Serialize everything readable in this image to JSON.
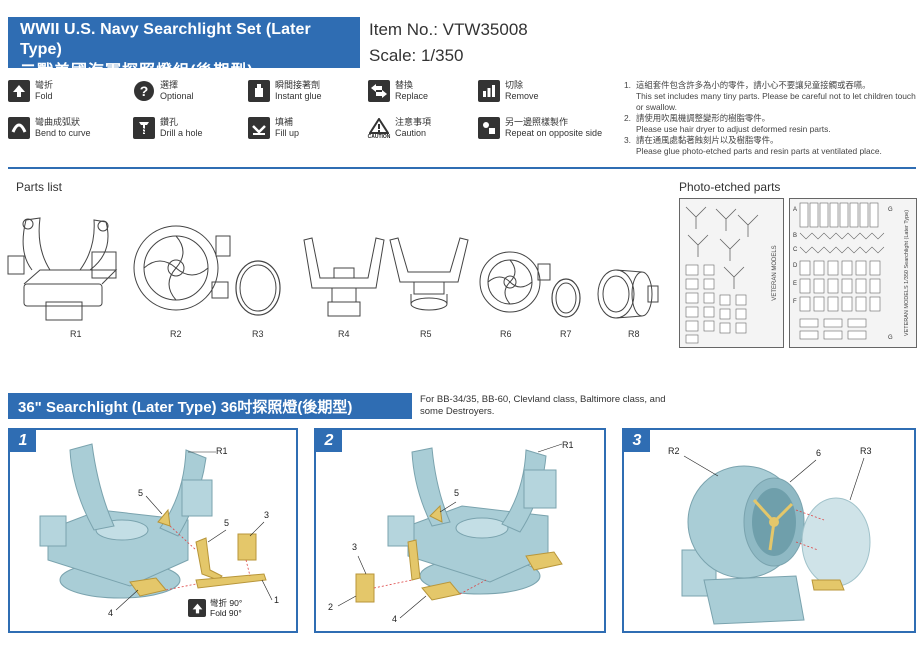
{
  "header": {
    "title_en": "WWII U.S. Navy Searchlight Set (Later Type)",
    "title_zh": "二戰美國海軍探照燈組(後期型)",
    "item_no": "Item No.: VTW35008",
    "scale": "Scale: 1/350"
  },
  "legend": [
    {
      "zh": "彎折",
      "en": "Fold"
    },
    {
      "zh": "選擇",
      "en": "Optional"
    },
    {
      "zh": "瞬間接著劑",
      "en": "Instant glue"
    },
    {
      "zh": "替換",
      "en": "Replace"
    },
    {
      "zh": "切除",
      "en": "Remove"
    },
    {
      "zh": "彎曲成弧狀",
      "en": "Bend to curve"
    },
    {
      "zh": "鑽孔",
      "en": "Drill a hole"
    },
    {
      "zh": "填補",
      "en": "Fill up"
    },
    {
      "zh": "注意事項",
      "en": "Caution"
    },
    {
      "zh": "另一邊照樣製作",
      "en": "Repeat on opposite side"
    }
  ],
  "caution_icon_text": "CAUTION",
  "notes": [
    {
      "num": "1.",
      "zh": "這組套件包含許多為小的零件，請小心不要讓兒童接觸或吞嚥。",
      "en": "This set includes many tiny parts. Please be careful not to let children touch or swallow."
    },
    {
      "num": "2.",
      "zh": "請使用吹風機調整變形的樹脂零件。",
      "en": "Please use hair dryer to adjust deformed resin parts."
    },
    {
      "num": "3.",
      "zh": "請在通風處黏著蝕刻片以及樹脂零件。",
      "en": "Please glue photo-etched parts and resin parts at ventilated place."
    }
  ],
  "parts_list": {
    "label": "Parts list",
    "parts": [
      "R1",
      "R2",
      "R3",
      "R4",
      "R5",
      "R6",
      "R7",
      "R8"
    ]
  },
  "photo_etched": {
    "label": "Photo-etched parts",
    "sheet1_text": "VETERAN MODELS",
    "sheet2_text": "VETERAN MODELS 1/350 Searchlight (Later Type)",
    "sheet2_letters": [
      "A",
      "B",
      "C",
      "D",
      "E",
      "F",
      "G",
      "G"
    ]
  },
  "instruction": {
    "banner": "36\" Searchlight (Later Type) 36吋探照燈(後期型)",
    "for_text": "For BB-34/35, BB-60, Clevland class, Baltimore class, and some Destroyers."
  },
  "steps": [
    {
      "num": "1",
      "callouts": [
        "R1",
        "5",
        "5",
        "3",
        "4",
        "1"
      ],
      "fold_zh": "彎折 90°",
      "fold_en": "Fold 90°"
    },
    {
      "num": "2",
      "callouts": [
        "R1",
        "5",
        "3",
        "2",
        "4"
      ]
    },
    {
      "num": "3",
      "callouts": [
        "R2",
        "6",
        "R3"
      ]
    }
  ],
  "colors": {
    "brand_blue": "#2f6db3",
    "resin": "#a9cdd6",
    "brass": "#e4c76a"
  }
}
